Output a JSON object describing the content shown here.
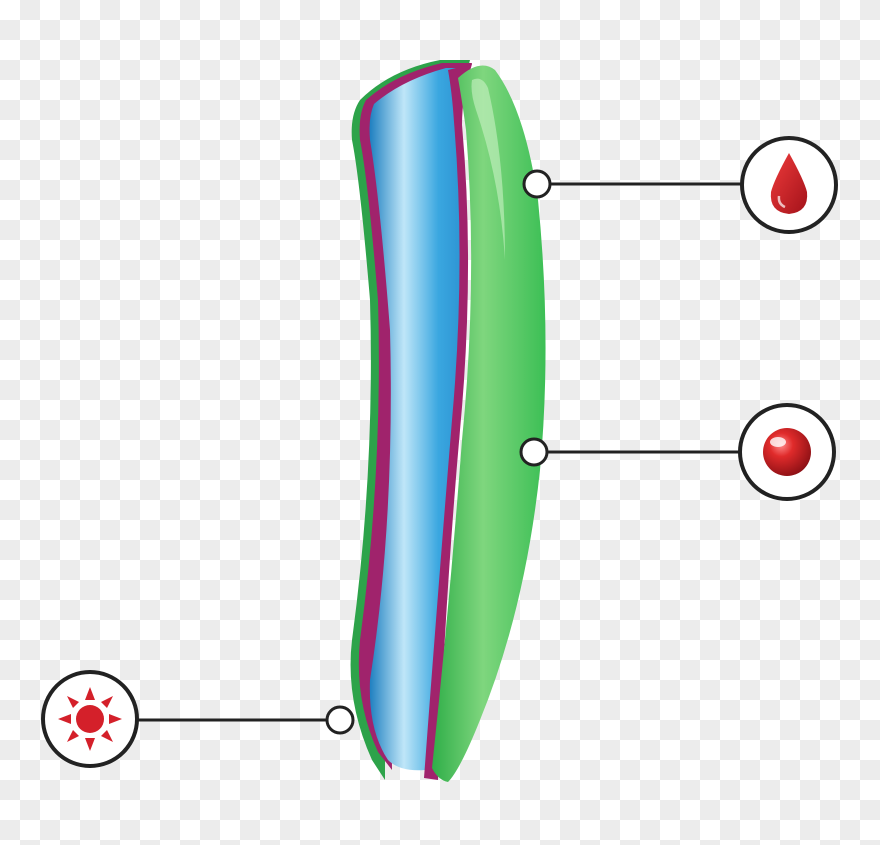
{
  "diagram": {
    "layers": [
      "green-outer",
      "magenta-membrane",
      "blue-core",
      "magenta-membrane",
      "green-inner"
    ],
    "callouts": [
      {
        "side": "right",
        "icon": "blood-drop-icon"
      },
      {
        "side": "right",
        "icon": "red-sphere-icon"
      },
      {
        "side": "left",
        "icon": "sun-icon"
      }
    ],
    "colors": {
      "green": "#3cbf55",
      "green_light": "#8fde8f",
      "magenta": "#a0236c",
      "blue": "#2e9fdc",
      "blue_light": "#bfe6f8",
      "icon_red": "#d4202a",
      "line": "#222222"
    }
  }
}
